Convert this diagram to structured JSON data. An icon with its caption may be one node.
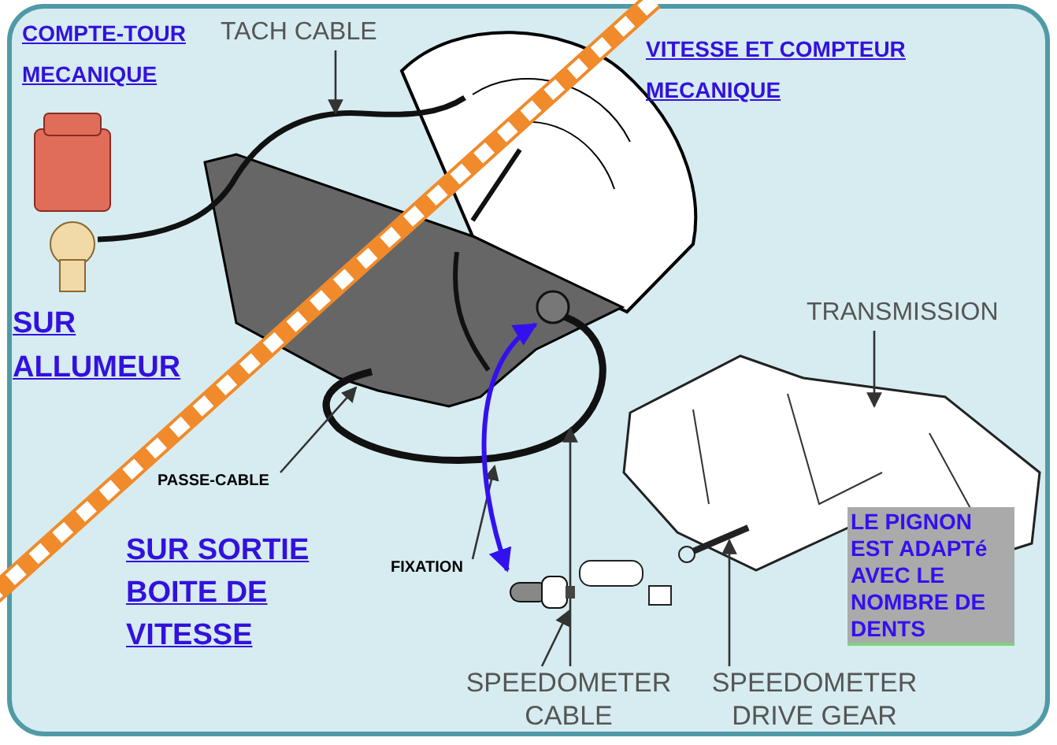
{
  "diagram": {
    "nodes": [
      {
        "text": [
          "TACH CABLE"
        ]
      },
      {
        "text": [
          "TRANSMISSION"
        ]
      },
      {
        "text": [
          "PASSE-CABLE"
        ]
      },
      {
        "text": [
          "FIXATION"
        ]
      },
      {
        "text": [
          "SPEEDOMETER CABLE"
        ]
      },
      {
        "text": [
          "SPEEDOMETER DRIVE GEAR"
        ]
      },
      {
        "text": [
          "LE PIGNON EST ADAPTé AVEC LE NOMBRE DE DENTS"
        ]
      },
      {
        "text": [],
        "shape": "circle"
      },
      {
        "text": [],
        "shape": "picture"
      }
    ],
    "edges": [
      {
        "from": 0,
        "to": null,
        "arrow": "to"
      },
      {
        "from": 1,
        "to": null,
        "arrow": "to"
      },
      {
        "from": 2,
        "to": null,
        "arrow": "to"
      },
      {
        "from": 3,
        "to": null,
        "arrow": "to"
      },
      {
        "from": 4,
        "to": 8,
        "arrow": "to"
      },
      {
        "from": 4,
        "to": null,
        "arrow": "to"
      },
      {
        "from": 5,
        "to": null,
        "arrow": "to"
      },
      {
        "from": 7,
        "to": 8,
        "arrow": "both",
        "style": "thick",
        "color": "#3311ee"
      }
    ],
    "labels": [
      "COMPTE-TOUR MECANIQUE",
      "VITESSE ET COMPTEUR MECANIQUE",
      "SUR ALLUMEUR",
      "SUR SORTIE BOITE DE VITESSE"
    ]
  }
}
